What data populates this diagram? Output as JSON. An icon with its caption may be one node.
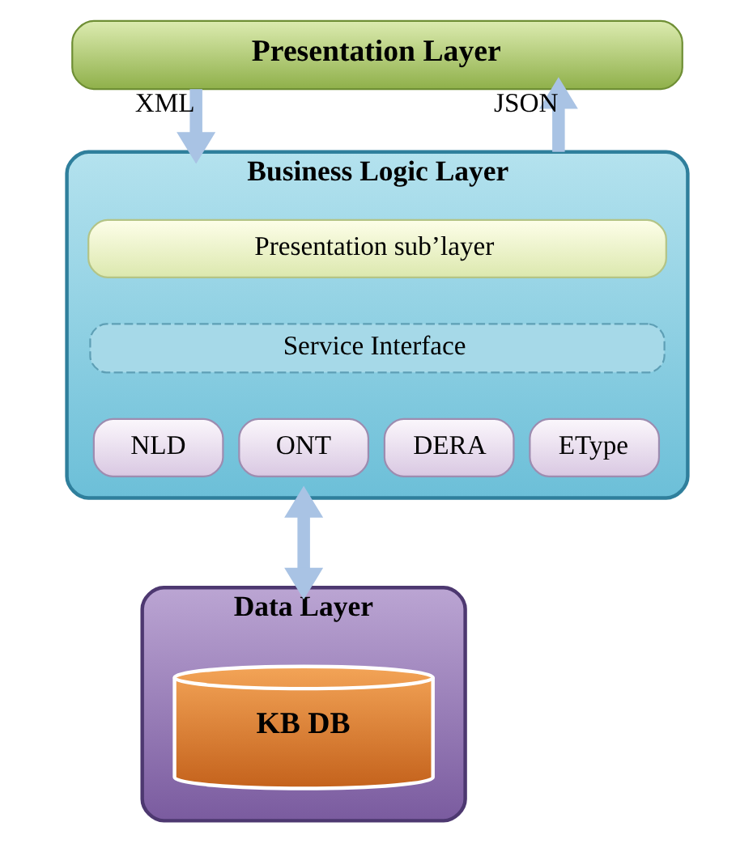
{
  "diagram": {
    "nodes": [
      {
        "text": [
          "Presentation Layer"
        ]
      },
      {
        "text": [
          "Business Logic Layer"
        ]
      },
      {
        "text": [
          "Presentation sub’layer"
        ],
        "in": 1
      },
      {
        "text": [
          "Service Interface"
        ],
        "in": 1
      },
      {
        "text": [
          "NLD"
        ],
        "in": 1
      },
      {
        "text": [
          "ONT"
        ],
        "in": 1
      },
      {
        "text": [
          "DERA"
        ],
        "in": 1
      },
      {
        "text": [
          "EType"
        ],
        "in": 1
      },
      {
        "text": [
          "Data Layer"
        ]
      },
      {
        "text": [
          "KB DB"
        ],
        "in": 8
      }
    ],
    "edges": [
      {
        "from": 0,
        "to": 1,
        "arrow": "to",
        "label": "XML"
      },
      {
        "from": 1,
        "to": 0,
        "arrow": "to",
        "label": "JSON"
      },
      {
        "from": 1,
        "to": 8,
        "arrow": "both"
      }
    ]
  }
}
